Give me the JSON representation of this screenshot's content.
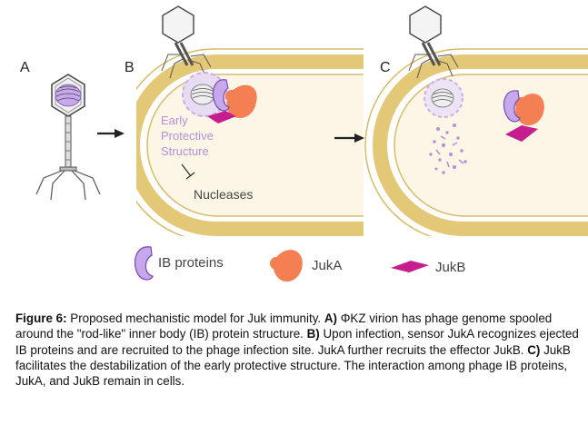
{
  "panels": {
    "a": "A",
    "b": "B",
    "c": "C"
  },
  "panel_b": {
    "eps_line1": "Early",
    "eps_line2": "Protective",
    "eps_line3": "Structure",
    "nucleases": "Nucleases"
  },
  "legend": {
    "ib": "IB proteins",
    "juka": "JukA",
    "jukb": "JukB"
  },
  "colors": {
    "ib_fill": "#c7a8ec",
    "ib_stroke": "#7b4fb0",
    "juka": "#f47f52",
    "jukb": "#c61e8f",
    "cell_wall": "#e3c878",
    "cytoplasm": "#fbf6e6",
    "eps_halo": "#d9c7ee"
  },
  "caption": {
    "fig_label": "Figure 6:",
    "intro": " Proposed mechanistic model for Juk immunity. ",
    "a_label": "A)",
    "a_text": " ΦKZ virion has phage genome spooled around the \"rod-like\" inner body (IB) protein structure. ",
    "b_label": "B)",
    "b_text": " Upon infection, sensor JukA recognizes ejected IB proteins and are recruited to the phage infection site. JukA further recruits the effector JukB. ",
    "c_label": "C)",
    "c_text": " JukB facilitates the destabilization of the early protective structure. The interaction among phage IB proteins, JukA, and JukB remain in cells."
  }
}
